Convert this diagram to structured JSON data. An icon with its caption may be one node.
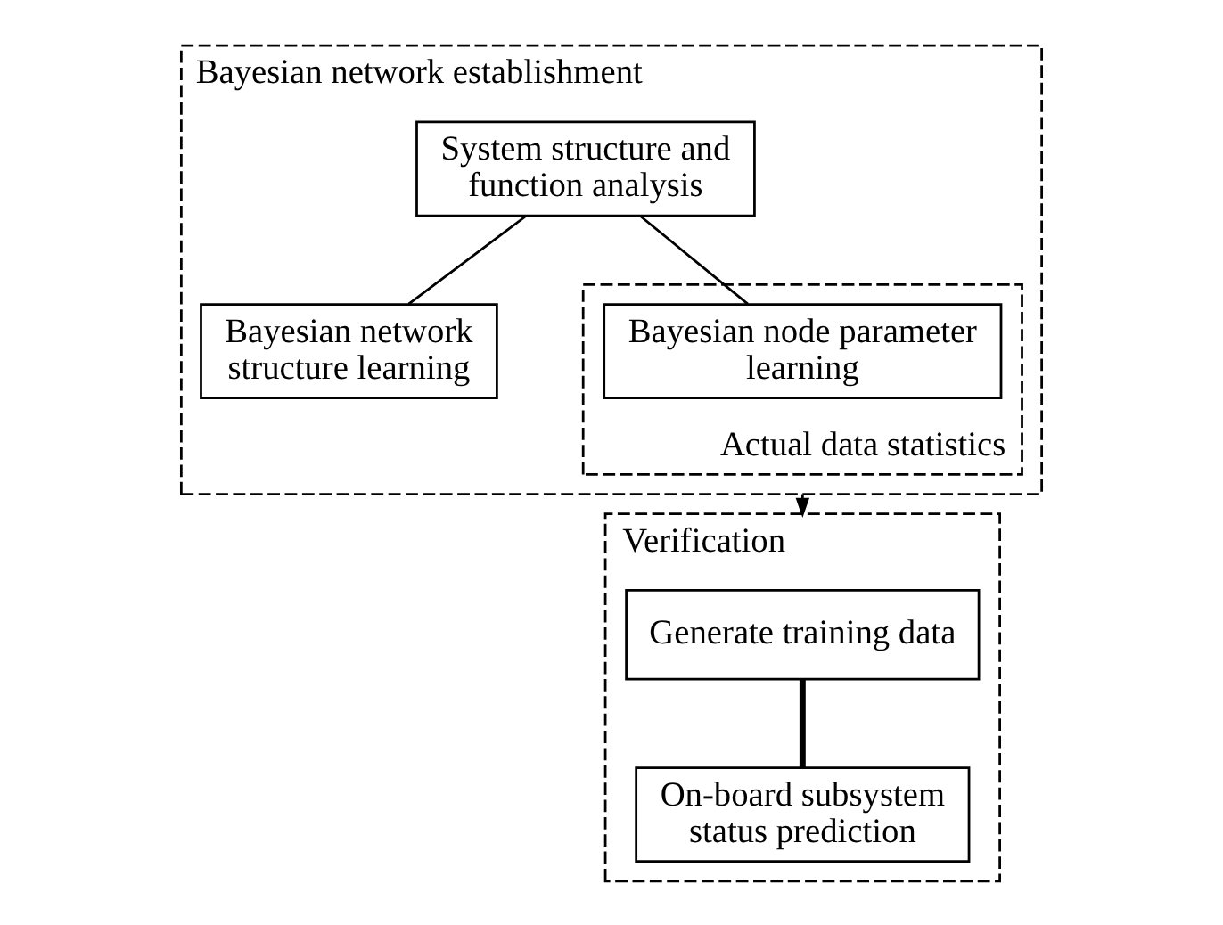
{
  "diagram": {
    "nodes": [
      {
        "text": [
          "Bayesian network establishment"
        ]
      },
      {
        "text": [
          "System structure and function analysis"
        ],
        "in": 0
      },
      {
        "text": [
          "Bayesian network structure learning"
        ],
        "in": 0
      },
      {
        "text": [
          "Actual data statistics"
        ],
        "in": 0
      },
      {
        "text": [
          "Bayesian node parameter learning"
        ],
        "in": 3
      },
      {
        "text": [
          "Verification"
        ]
      },
      {
        "text": [
          "Generate training data"
        ],
        "in": 5
      },
      {
        "text": [
          "On-board subsystem status prediction"
        ],
        "in": 5
      }
    ],
    "edges": [
      {
        "from": 1,
        "to": 2,
        "arrow": "none"
      },
      {
        "from": 1,
        "to": 4,
        "arrow": "none"
      },
      {
        "from": 0,
        "to": 5,
        "arrow": "to"
      },
      {
        "from": 6,
        "to": 7,
        "arrow": "none",
        "style": "thick"
      }
    ]
  }
}
